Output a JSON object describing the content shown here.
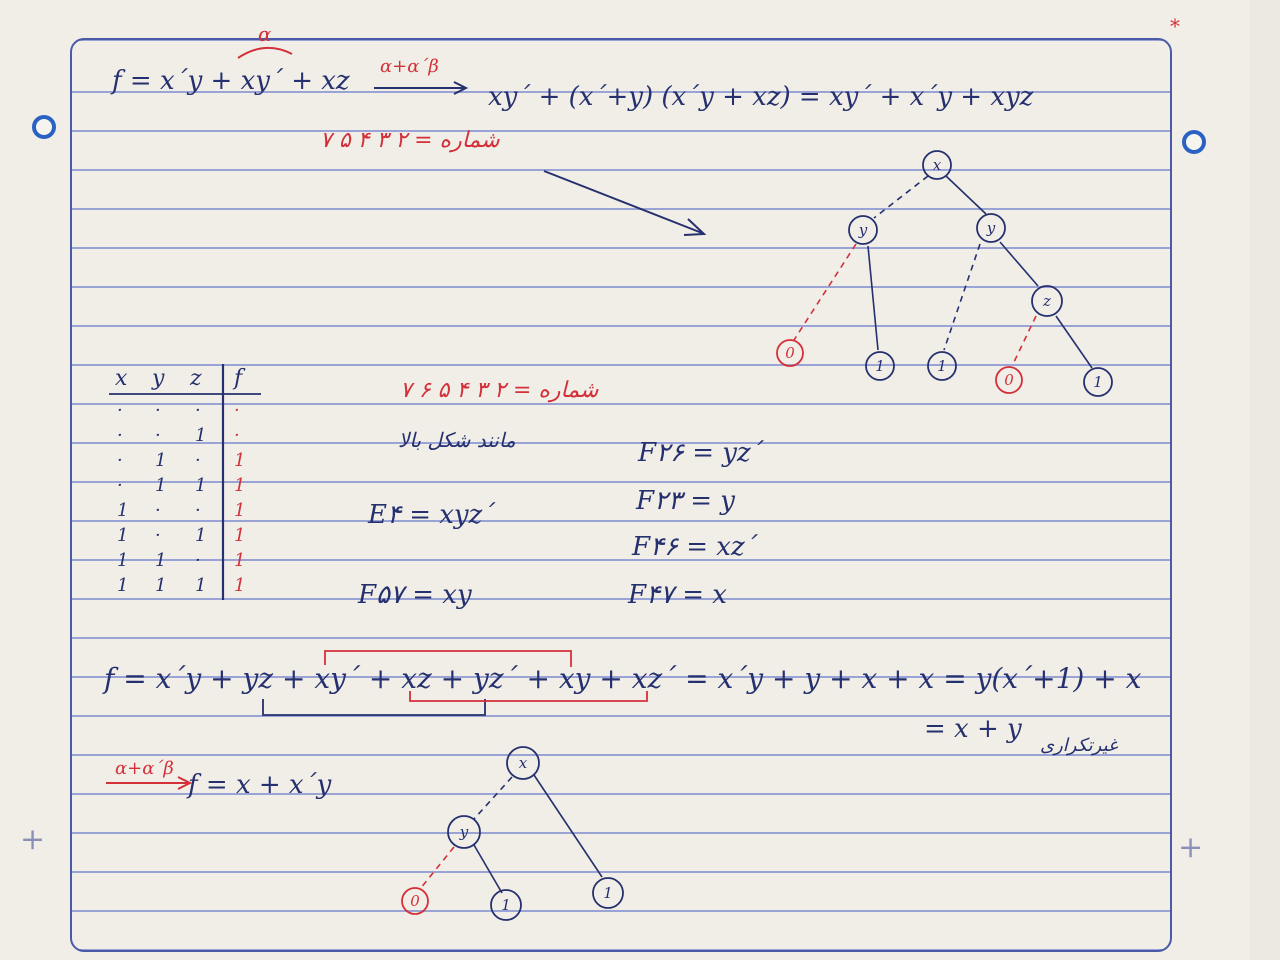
{
  "top": {
    "alpha_over": "α",
    "equation_left": "f = x´y + xy´ + xz",
    "arrow_label": "α+α´β",
    "equation_right": "xy´ + (x´+y) (x´y + xz) = xy´ + x´y + xyz",
    "row_label": "شماره = ۲ ۳ ۴ ۵ ۷"
  },
  "tree1": {
    "root": "x",
    "left": "y",
    "right": "y",
    "mid": "z",
    "leaves": [
      "0",
      "1",
      "1",
      "0",
      "1"
    ]
  },
  "truth_table": {
    "headers": [
      "x",
      "y",
      "z",
      "f"
    ],
    "rows": [
      [
        "·",
        "·",
        "·",
        "·"
      ],
      [
        "·",
        "·",
        "1",
        "·"
      ],
      [
        "·",
        "1",
        "·",
        "1"
      ],
      [
        "·",
        "1",
        "1",
        "1"
      ],
      [
        "1",
        "·",
        "·",
        "1"
      ],
      [
        "1",
        "·",
        "1",
        "1"
      ],
      [
        "1",
        "1",
        "·",
        "1"
      ],
      [
        "1",
        "1",
        "1",
        "1"
      ]
    ]
  },
  "middle": {
    "row_label": "شماره = ۲ ۳ ۴ ۵ ۶ ۷",
    "note": "مانند شکل بالا",
    "eq_left": [
      "E۴ = xyz´",
      "F۵۷ = xy"
    ],
    "eq_right": [
      "F۲۶ = yz´",
      "F۲۳ = y",
      "F۴۶ = xz´",
      "F۴۷ = x"
    ]
  },
  "bottom": {
    "long_eq": "f = x´y + yz + xy´ + xz + yz´ + xy + xz´ = x´y + y + x + x = y(x´+1) + x",
    "result": "= x + y",
    "note": "غیرتکراری",
    "arrow_label": "α+α´β",
    "final_eq": "f = x + x´y"
  },
  "tree2": {
    "root": "x",
    "left": "y",
    "leaves": [
      "0",
      "1",
      "1"
    ]
  }
}
